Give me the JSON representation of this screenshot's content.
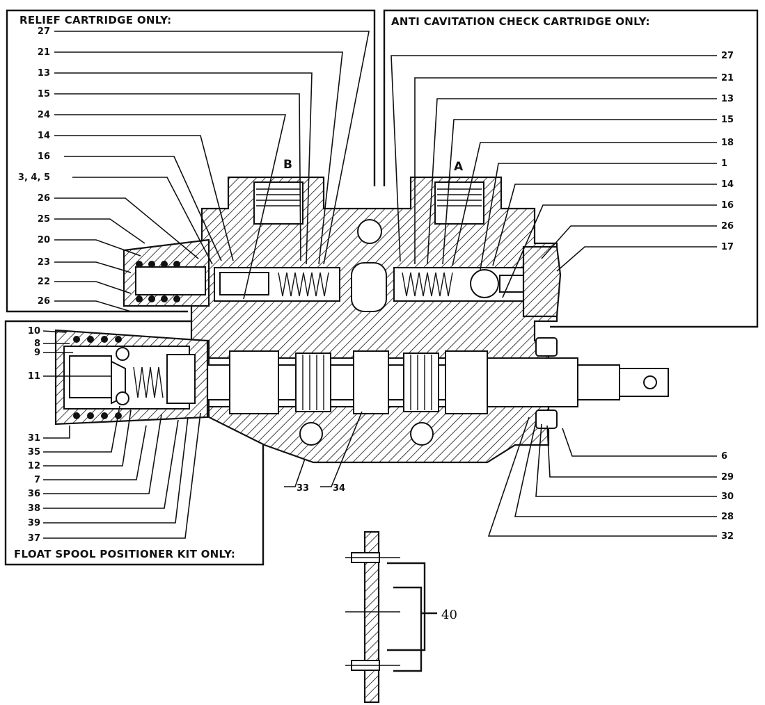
{
  "boxes": {
    "relief": "RELIEF CARTRIDGE ONLY:",
    "anti_cavitation": "ANTI CAVITATION CHECK CARTRIDGE ONLY:",
    "float_spool": "FLOAT SPOOL POSITIONER KIT ONLY:"
  },
  "ports": {
    "a": "A",
    "b": "B"
  },
  "labels": {
    "left_top": [
      "27",
      "21",
      "13",
      "15",
      "24",
      "14",
      "16",
      "3, 4, 5",
      "26",
      "25",
      "20",
      "23",
      "22",
      "26"
    ],
    "left_float": [
      "10",
      "8",
      "9",
      "11",
      "31",
      "35",
      "12",
      "7",
      "36",
      "38",
      "39",
      "37"
    ],
    "right": [
      "27",
      "21",
      "13",
      "15",
      "18",
      "1",
      "14",
      "16",
      "26",
      "17"
    ],
    "right_lower": [
      "6",
      "29",
      "30",
      "28",
      "32"
    ],
    "bottom": [
      "33",
      "34"
    ],
    "detail": "40"
  }
}
